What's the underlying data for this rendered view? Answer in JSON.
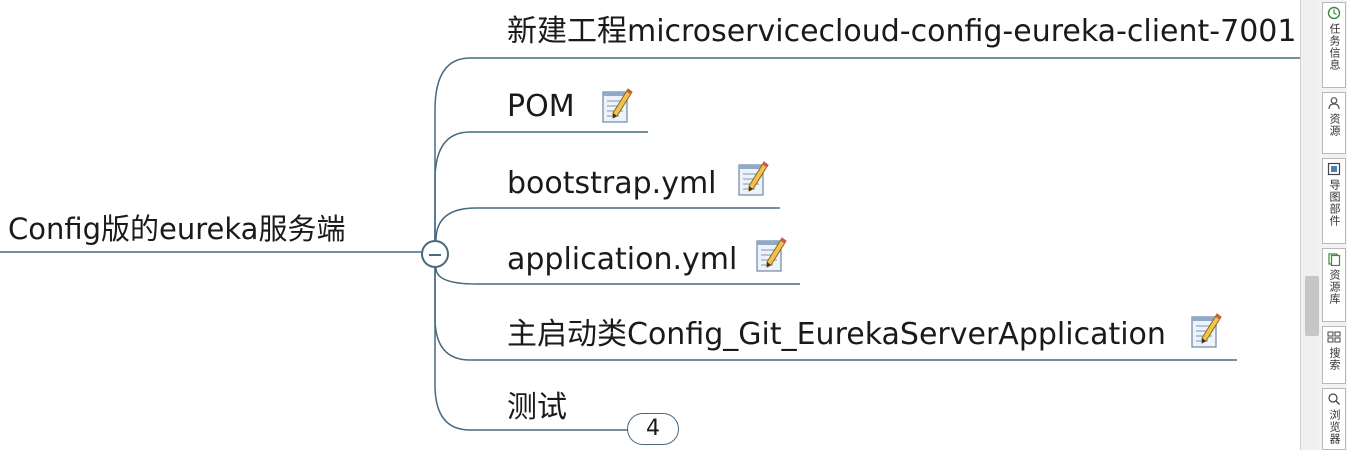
{
  "mindmap": {
    "root": {
      "label": "Config版的eureka服务端"
    },
    "children": [
      {
        "label": "新建工程microservicecloud-config-eureka-client-7001",
        "has_note": false
      },
      {
        "label": "POM",
        "has_note": true
      },
      {
        "label": "bootstrap.yml",
        "has_note": true
      },
      {
        "label": "application.yml",
        "has_note": true
      },
      {
        "label": "主启动类Config_Git_EurekaServerApplication",
        "has_note": true
      },
      {
        "label": "测试",
        "has_note": false,
        "collapsed_count": "4"
      }
    ],
    "line_color": "#476a80"
  },
  "side_panel": {
    "tabs": [
      {
        "label": "任务信息",
        "icon": "clock-icon"
      },
      {
        "label": "资源",
        "icon": "person-icon"
      },
      {
        "label": "导图部件",
        "icon": "widget-icon"
      },
      {
        "label": "资源库",
        "icon": "library-icon"
      },
      {
        "label": "搜索",
        "icon": "search-icon"
      },
      {
        "label": "浏览器",
        "icon": "browser-icon"
      }
    ]
  }
}
